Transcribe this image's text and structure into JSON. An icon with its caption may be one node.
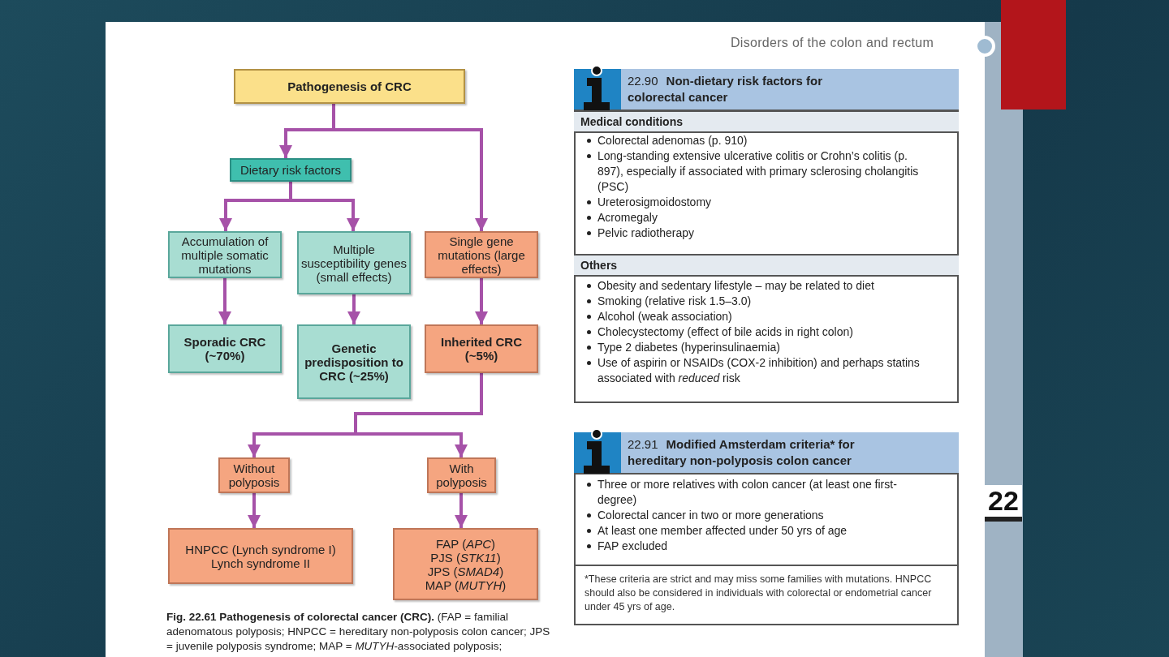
{
  "diagram": {
    "caption": "**Fig. 22.61 Pathogenesis of colorectal cancer (CRC).** (FAP = familial adenomatous polyposis; HNPCC = hereditary non-polyposis colon cancer; JPS = juvenile polyposis syndrome; MAP = *MUTYH*-associated polyposis;",
    "nodes": [
      {
        "text": [
          "Pathogenesis of CRC"
        ]
      },
      {
        "text": [
          "Dietary risk factors"
        ]
      },
      {
        "text": [
          "Accumulation of multiple somatic mutations"
        ]
      },
      {
        "text": [
          "Multiple susceptibility genes (small effects)"
        ]
      },
      {
        "text": [
          "Single gene mutations (large effects)"
        ]
      },
      {
        "text": [
          "Sporadic CRC (~70%)"
        ]
      },
      {
        "text": [
          "Genetic predisposition to CRC (~25%)"
        ]
      },
      {
        "text": [
          "Inherited CRC (~5%)"
        ]
      },
      {
        "text": [
          "Without polyposis"
        ]
      },
      {
        "text": [
          "With polyposis"
        ]
      },
      {
        "text": [
          "HNPCC (Lynch syndrome I)",
          "Lynch syndrome II"
        ]
      },
      {
        "text": [
          "FAP (*APC*)",
          "PJS (*STK11*)",
          "JPS (*SMAD4*)",
          "MAP (*MUTYH*)"
        ]
      }
    ],
    "edges": [
      {
        "from": 0,
        "to": 1,
        "arrow": "to"
      },
      {
        "from": 0,
        "to": 4,
        "arrow": "to"
      },
      {
        "from": 1,
        "to": 2,
        "arrow": "to"
      },
      {
        "from": 1,
        "to": 3,
        "arrow": "to"
      },
      {
        "from": 2,
        "to": 5,
        "arrow": "to"
      },
      {
        "from": 3,
        "to": 6,
        "arrow": "to"
      },
      {
        "from": 4,
        "to": 7,
        "arrow": "to"
      },
      {
        "from": 7,
        "to": 8,
        "arrow": "to"
      },
      {
        "from": 7,
        "to": 9,
        "arrow": "to"
      },
      {
        "from": 8,
        "to": 10,
        "arrow": "to"
      },
      {
        "from": 9,
        "to": 11,
        "arrow": "to"
      }
    ],
    "labels": [
      "Disorders of the colon and rectum",
      "22.90",
      "Non-dietary risk factors for colorectal cancer",
      "Medical conditions",
      "Colorectal adenomas (p. 910)",
      "Long-standing extensive ulcerative colitis or Crohn’s colitis (p. 897), especially if associated with primary sclerosing cholangitis (PSC)",
      "Ureterosigmoidostomy",
      "Acromegaly",
      "Pelvic radiotherapy",
      "Others",
      "Obesity and sedentary lifestyle – may be related to diet",
      "Smoking (relative risk 1.5–3.0)",
      "Alcohol (weak association)",
      "Cholecystectomy (effect of bile acids in right colon)",
      "Type 2 diabetes (hyperinsulinaemia)",
      "Use of aspirin or NSAIDs (COX-2 inhibition) and perhaps statins associated with *reduced* risk",
      "22.91",
      "Modified Amsterdam criteria* for hereditary non-polyposis colon cancer",
      "Three or more relatives with colon cancer (at least one first-degree)",
      "Colorectal cancer in two or more generations",
      "At least one member affected under 50 yrs of age",
      "FAP excluded",
      "*These criteria are strict and may miss some families with mutations. HNPCC should also be considered in individuals with colorectal or endometrial cancer under 45 yrs of age.",
      "22"
    ]
  }
}
